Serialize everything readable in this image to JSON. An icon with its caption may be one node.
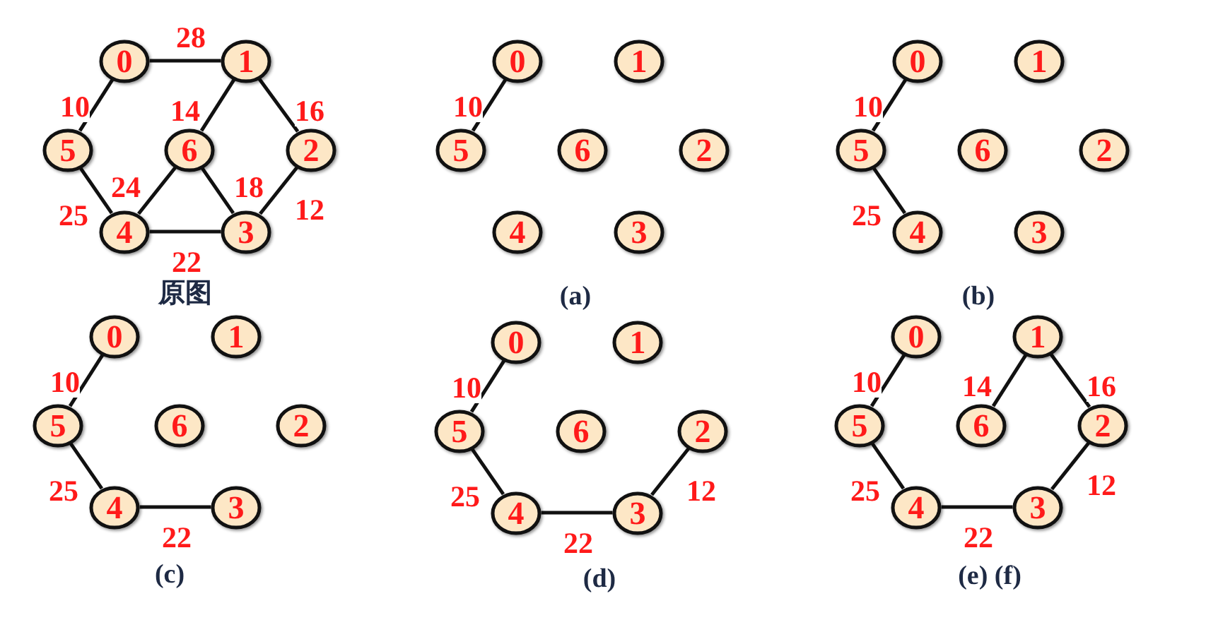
{
  "diagram": {
    "nodes": [
      {
        "text": [
          "0"
        ]
      },
      {
        "text": [
          "1"
        ]
      },
      {
        "text": [
          "5"
        ]
      },
      {
        "text": [
          "6"
        ]
      },
      {
        "text": [
          "2"
        ]
      },
      {
        "text": [
          "4"
        ]
      },
      {
        "text": [
          "3"
        ]
      },
      {
        "text": [
          "0"
        ]
      },
      {
        "text": [
          "1"
        ]
      },
      {
        "text": [
          "5"
        ]
      },
      {
        "text": [
          "6"
        ]
      },
      {
        "text": [
          "2"
        ]
      },
      {
        "text": [
          "4"
        ]
      },
      {
        "text": [
          "3"
        ]
      },
      {
        "text": [
          "0"
        ]
      },
      {
        "text": [
          "1"
        ]
      },
      {
        "text": [
          "5"
        ]
      },
      {
        "text": [
          "6"
        ]
      },
      {
        "text": [
          "2"
        ]
      },
      {
        "text": [
          "4"
        ]
      },
      {
        "text": [
          "3"
        ]
      },
      {
        "text": [
          "0"
        ]
      },
      {
        "text": [
          "1"
        ]
      },
      {
        "text": [
          "5"
        ]
      },
      {
        "text": [
          "6"
        ]
      },
      {
        "text": [
          "2"
        ]
      },
      {
        "text": [
          "4"
        ]
      },
      {
        "text": [
          "3"
        ]
      },
      {
        "text": [
          "0"
        ]
      },
      {
        "text": [
          "1"
        ]
      },
      {
        "text": [
          "5"
        ]
      },
      {
        "text": [
          "6"
        ]
      },
      {
        "text": [
          "2"
        ]
      },
      {
        "text": [
          "4"
        ]
      },
      {
        "text": [
          "3"
        ]
      },
      {
        "text": [
          "0"
        ]
      },
      {
        "text": [
          "1"
        ]
      },
      {
        "text": [
          "5"
        ]
      },
      {
        "text": [
          "6"
        ]
      },
      {
        "text": [
          "2"
        ]
      },
      {
        "text": [
          "4"
        ]
      },
      {
        "text": [
          "3"
        ]
      }
    ],
    "edges": [
      {
        "from": 0,
        "to": 1,
        "arrow": "none",
        "label": "28"
      },
      {
        "from": 0,
        "to": 2,
        "arrow": "none",
        "label": "10"
      },
      {
        "from": 1,
        "to": 3,
        "arrow": "none",
        "label": "14"
      },
      {
        "from": 1,
        "to": 4,
        "arrow": "none",
        "label": "16"
      },
      {
        "from": 2,
        "to": 5,
        "arrow": "none",
        "label": "25"
      },
      {
        "from": 3,
        "to": 5,
        "arrow": "none",
        "label": "24"
      },
      {
        "from": 3,
        "to": 6,
        "arrow": "none",
        "label": "18"
      },
      {
        "from": 4,
        "to": 6,
        "arrow": "none",
        "label": "12"
      },
      {
        "from": 5,
        "to": 6,
        "arrow": "none",
        "label": "22"
      },
      {
        "from": 7,
        "to": 9,
        "arrow": "none",
        "label": "10"
      },
      {
        "from": 14,
        "to": 16,
        "arrow": "none",
        "label": "10"
      },
      {
        "from": 16,
        "to": 19,
        "arrow": "none",
        "label": "25"
      },
      {
        "from": 21,
        "to": 23,
        "arrow": "none",
        "label": "10"
      },
      {
        "from": 23,
        "to": 26,
        "arrow": "none",
        "label": "25"
      },
      {
        "from": 26,
        "to": 27,
        "arrow": "none",
        "label": "22"
      },
      {
        "from": 28,
        "to": 30,
        "arrow": "none",
        "label": "10"
      },
      {
        "from": 30,
        "to": 33,
        "arrow": "none",
        "label": "25"
      },
      {
        "from": 32,
        "to": 34,
        "arrow": "none",
        "label": "12"
      },
      {
        "from": 33,
        "to": 34,
        "arrow": "none",
        "label": "22"
      },
      {
        "from": 35,
        "to": 37,
        "arrow": "none",
        "label": "10"
      },
      {
        "from": 36,
        "to": 38,
        "arrow": "none",
        "label": "14"
      },
      {
        "from": 36,
        "to": 39,
        "arrow": "none",
        "label": "16"
      },
      {
        "from": 37,
        "to": 40,
        "arrow": "none",
        "label": "25"
      },
      {
        "from": 39,
        "to": 41,
        "arrow": "none",
        "label": "12"
      },
      {
        "from": 40,
        "to": 41,
        "arrow": "none",
        "label": "22"
      }
    ],
    "labels": [
      "原图",
      "(a)",
      "(b)",
      "(c)",
      "(d)",
      "(e) (f)"
    ]
  }
}
